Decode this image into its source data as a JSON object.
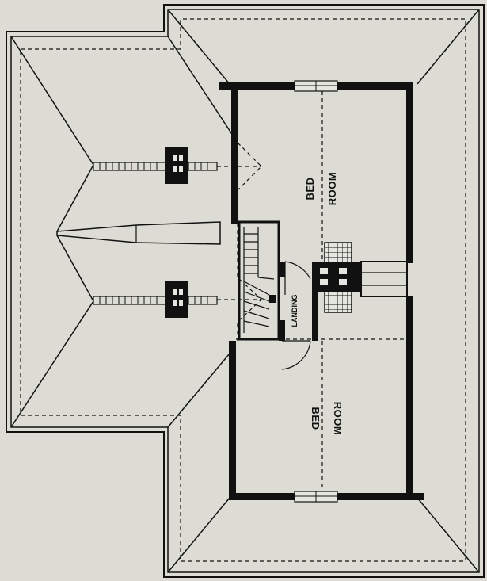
{
  "diagram": {
    "rooms": [
      {
        "id": "bedroom-top",
        "line1": "BED",
        "line2": "ROOM"
      },
      {
        "id": "bedroom-bottom",
        "line1": "BED",
        "line2": "ROOM"
      }
    ],
    "landing": {
      "label": "LANDING"
    }
  },
  "colors": {
    "background": "#dcdcd4",
    "ink": "#111111"
  }
}
